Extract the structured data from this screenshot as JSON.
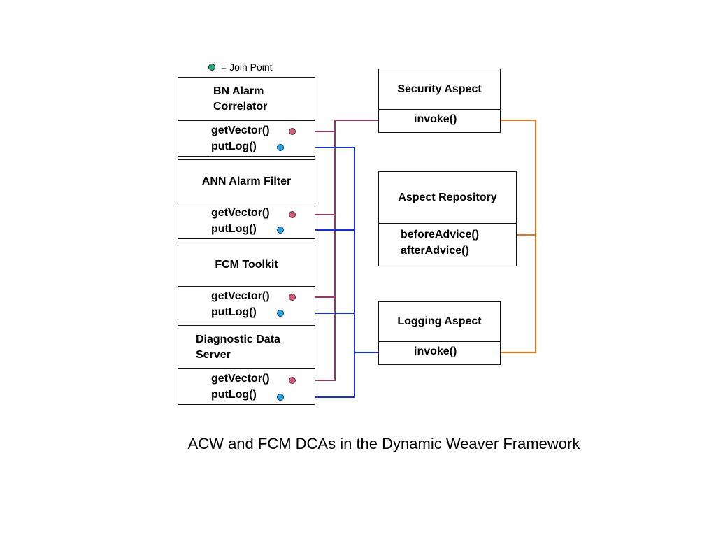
{
  "legend": {
    "text": "= Join Point",
    "color": "#2fa88a"
  },
  "components": [
    {
      "title": "BN Alarm\nCorrelator",
      "methods": [
        "getVector()",
        "putLog()"
      ]
    },
    {
      "title": "ANN Alarm Filter",
      "methods": [
        "getVector()",
        "putLog()"
      ]
    },
    {
      "title": "FCM Toolkit",
      "methods": [
        "getVector()",
        "putLog()"
      ]
    },
    {
      "title": "Diagnostic Data\nServer",
      "methods": [
        "getVector()",
        "putLog()"
      ]
    }
  ],
  "aspects": {
    "security": {
      "title": "Security Aspect",
      "methods": [
        "invoke()"
      ]
    },
    "repository": {
      "title": "Aspect Repository",
      "methods": [
        "beforeAdvice()",
        "afterAdvice()"
      ]
    },
    "logging": {
      "title": "Logging Aspect",
      "methods": [
        "invoke()"
      ]
    }
  },
  "colors": {
    "vector_line": "#8b3a62",
    "log_line": "#1a2fd0",
    "advice_line": "#e8741a",
    "vector_point": "#d25a7a",
    "log_point": "#2aa7d8"
  },
  "caption": "ACW and FCM DCAs in the Dynamic Weaver Framework"
}
